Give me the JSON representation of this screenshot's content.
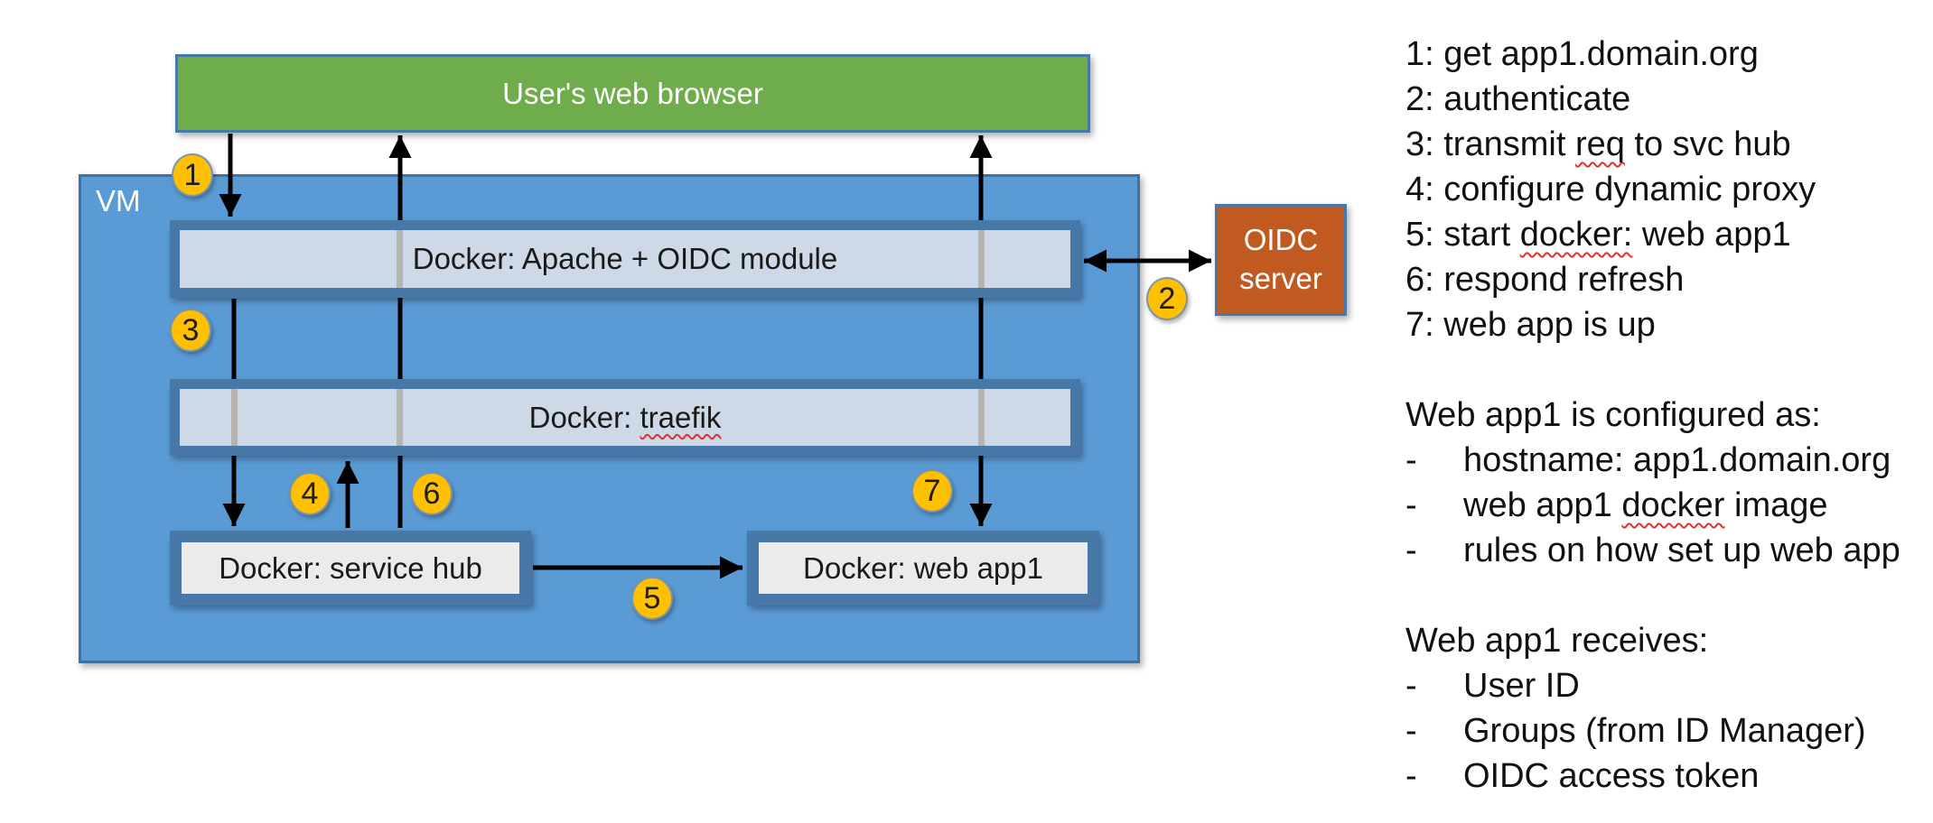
{
  "diagram": {
    "vm_label": "VM",
    "browser_label": "User's web browser",
    "apache_label": "Docker: Apache + OIDC module",
    "traefik_prefix": "Docker: ",
    "traefik_word": "traefik",
    "service_hub_label": "Docker: service hub",
    "web_app1_label": "Docker: web app1",
    "oidc_line1": "OIDC",
    "oidc_line2": "server",
    "badges": [
      "1",
      "2",
      "3",
      "4",
      "5",
      "6",
      "7"
    ]
  },
  "legend": {
    "steps": [
      {
        "pre": "1: get app1.domain.org",
        "squiggle": "",
        "post": ""
      },
      {
        "pre": "2: authenticate",
        "squiggle": "",
        "post": ""
      },
      {
        "pre": "3: transmit ",
        "squiggle": "req",
        "post": " to svc hub"
      },
      {
        "pre": "4: configure dynamic proxy",
        "squiggle": "",
        "post": ""
      },
      {
        "pre": "5: start ",
        "squiggle": "docker:",
        "post": " web app1"
      },
      {
        "pre": "6: respond refresh",
        "squiggle": "",
        "post": ""
      },
      {
        "pre": "7: web app is up",
        "squiggle": "",
        "post": ""
      }
    ],
    "configured": {
      "title": "Web app1 is configured as:",
      "dash": "-",
      "items": [
        {
          "pre": "hostname: app1.domain.org",
          "squiggle": "",
          "post": ""
        },
        {
          "pre": "web app1 ",
          "squiggle": "docker",
          "post": " image"
        },
        {
          "pre": "rules on how set up web app",
          "squiggle": "",
          "post": ""
        }
      ]
    },
    "receives": {
      "title": "Web app1 receives:",
      "dash": "-",
      "items": [
        {
          "pre": "User ID",
          "squiggle": "",
          "post": ""
        },
        {
          "pre": "Groups (from ID Manager)",
          "squiggle": "",
          "post": ""
        },
        {
          "pre": "OIDC access token",
          "squiggle": "",
          "post": ""
        }
      ]
    }
  },
  "colors": {
    "vm_fill": "#5B9BD5",
    "vm_border": "#41719C",
    "browser_fill": "#6FAC4C",
    "steel": "#4878A8",
    "bar_inner": "#CDD9E6",
    "box_inner": "#EBEBEB",
    "oidc_fill": "#C05A21",
    "badge_fill": "#FFC000",
    "badge_border": "#7D93A8",
    "arrow": "#000000",
    "squiggle": "#E03030",
    "ink": "#1A1A1A"
  }
}
